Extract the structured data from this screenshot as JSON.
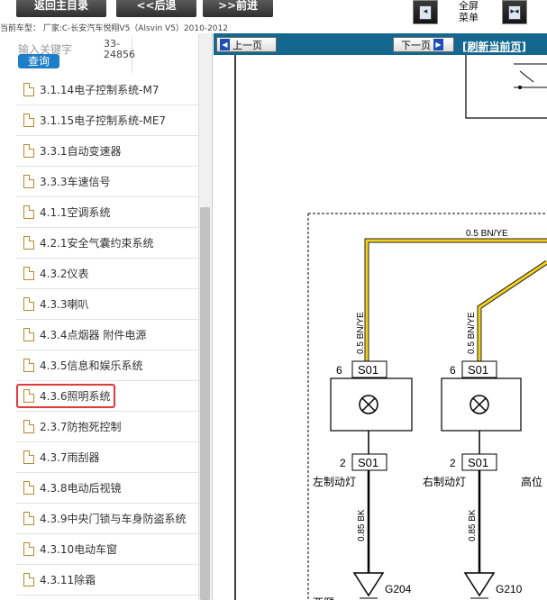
{
  "toolbar": {
    "back_main": "返回主目录",
    "back": "<<后退",
    "forward": ">>前进",
    "fullscreen_menu_line1": "全屏",
    "fullscreen_menu_line2": "菜单"
  },
  "vehicle_info": "当前车型： 厂家:C-长安汽车悦翔V5（Alsvin V5）2010-2012",
  "search": {
    "placeholder": "输入关键字",
    "query_button": "查询",
    "page_line1": "33-",
    "page_line2": "24856"
  },
  "tree_items": [
    {
      "label": "3.1.14电子控制系统-M7"
    },
    {
      "label": "3.1.15电子控制系统-ME7"
    },
    {
      "label": "3.3.1自动变速器"
    },
    {
      "label": "3.3.3车速信号"
    },
    {
      "label": "4.1.1空调系统"
    },
    {
      "label": "4.2.1安全气囊约束系统"
    },
    {
      "label": "4.3.2仪表"
    },
    {
      "label": "4.3.3喇叭"
    },
    {
      "label": "4.3.4点烟器 附件电源"
    },
    {
      "label": "4.3.5信息和娱乐系统"
    },
    {
      "label": "4.3.6照明系统",
      "selected": true
    },
    {
      "label": "2.3.7防抱死控制"
    },
    {
      "label": "4.3.7雨刮器"
    },
    {
      "label": "4.3.8电动后视镜"
    },
    {
      "label": "4.3.9中央门锁与车身防盗系统"
    },
    {
      "label": "4.3.10电动车窗"
    },
    {
      "label": "4.3.11除霜"
    }
  ],
  "viewer": {
    "prev_page": "上一页",
    "next_page": "下一页",
    "refresh": "[刷新当前页]"
  },
  "diagram": {
    "wire_top": "0.5 BN/YE",
    "wire_left": "0.5 BN/YE",
    "wire_right": "0.5 BN/YE",
    "pin_top_left": "6",
    "pin_top_right": "6",
    "conn_top_left": "S01",
    "conn_top_right": "S01",
    "pin_bot_left": "2",
    "pin_bot_right": "2",
    "conn_bot_left": "S01",
    "conn_bot_right": "S01",
    "lamp_left": "左制动灯",
    "lamp_right": "右制动灯",
    "lamp_high": "高位",
    "ground_wire_left": "0.85 BK",
    "ground_wire_right": "0.85 BK",
    "ground_left": "G204",
    "ground_right": "G210",
    "bottom_label": "西厢"
  },
  "colors": {
    "nav_bar": "#14688f",
    "query_button": "#1e7fc8",
    "highlight": "#e23a3a",
    "wire_yellow": "#f2d21a"
  }
}
